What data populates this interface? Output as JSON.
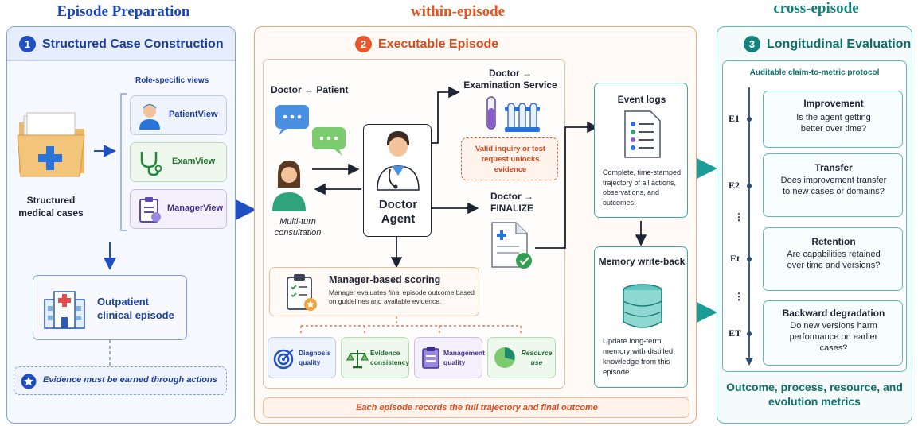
{
  "headings": {
    "prep": "Episode Preparation",
    "within": "within-episode",
    "cross": "cross-episode"
  },
  "panel1": {
    "number": "1",
    "title": "Structured Case Construction",
    "cases_label": "Structured medical cases",
    "views_title": "Role-specific views",
    "views": [
      "PatientView",
      "ExamView",
      "ManagerView"
    ],
    "outpatient": "Outpatient clinical episode",
    "evidence_note": "Evidence must be earned through actions"
  },
  "panel2": {
    "number": "2",
    "title": "Executable Episode",
    "doctor_patient": "Doctor ↔ Patient",
    "consultation": "Multi-turn consultation",
    "agent": "Doctor Agent",
    "exam_service": "Doctor → Examination Service",
    "unlock_note": "Valid inquiry or test request unlocks evidence",
    "finalize": "Doctor → FINALIZE",
    "manager_title": "Manager-based scoring",
    "manager_desc": "Manager evaluates final episode outcome based on guidelines and available evidence.",
    "metrics": [
      "Diagnosis quality",
      "Evidence consistency",
      "Management quality",
      "Resource use"
    ],
    "event_title": "Event logs",
    "event_desc": "Complete, time-stamped trajectory of all actions, observations, and outcomes.",
    "memory_title": "Memory write-back",
    "memory_desc": "Update long-term memory with distilled knowledge from this episode.",
    "footer": "Each episode records the full trajectory and final outcome"
  },
  "panel3": {
    "number": "3",
    "title": "Longitudinal Evaluation",
    "protocol": "Auditable claim-to-metric protocol",
    "timeline": [
      "E1",
      "E2",
      "⋮",
      "Et",
      "⋮",
      "ET"
    ],
    "evals": [
      {
        "title": "Improvement",
        "desc": "Is the agent getting better over time?"
      },
      {
        "title": "Transfer",
        "desc": "Does improvement transfer to new cases or domains?"
      },
      {
        "title": "Retention",
        "desc": "Are capabilities retained over time and versions?"
      },
      {
        "title": "Backward degradation",
        "desc": "Do new versions harm performance on earlier cases?"
      }
    ],
    "footer": "Outcome, process, resource, and evolution metrics"
  },
  "colors": {
    "blue": "#1f4fc1",
    "orange": "#e8572a",
    "teal": "#14837f"
  }
}
